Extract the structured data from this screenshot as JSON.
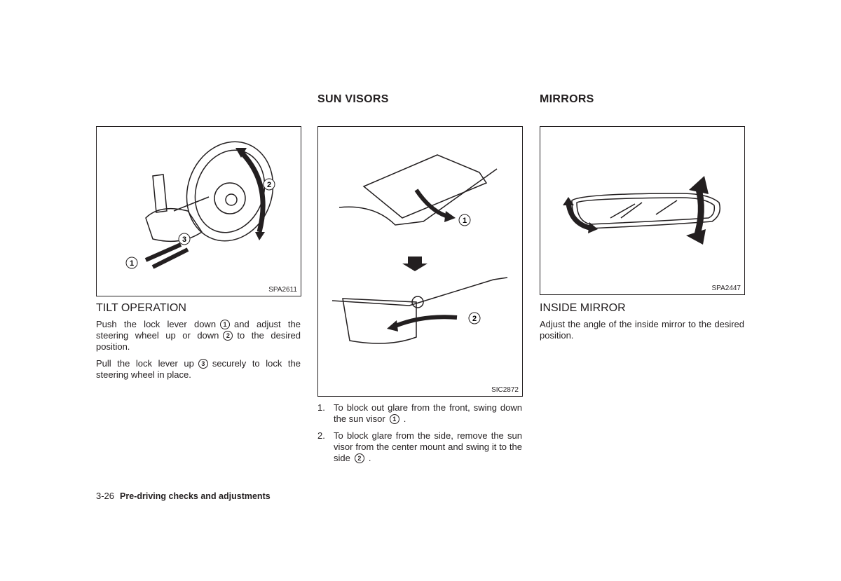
{
  "left": {
    "figure_code": "SPA2611",
    "heading": "TILT OPERATION",
    "p1": [
      "Push the lock lever down",
      "1",
      "and adjust the steering wheel up or down",
      "2",
      "to the desired position."
    ],
    "p2": [
      "Pull the lock lever up",
      "3",
      "securely to lock the steering wheel in place."
    ]
  },
  "middle": {
    "heading": "SUN VISORS",
    "figure_code": "SIC2872",
    "items": [
      {
        "num": "1.",
        "text": "To block out glare from the front, swing down the sun visor",
        "circle": "1",
        "end": "."
      },
      {
        "num": "2.",
        "text": "To block glare from the side, remove the sun visor from the center mount and swing it to the side",
        "circle": "2",
        "end": "."
      }
    ]
  },
  "right": {
    "heading": "MIRRORS",
    "figure_code": "SPA2447",
    "subheading": "INSIDE MIRROR",
    "p1": "Adjust the angle of the inside mirror to the desired position."
  },
  "footer": {
    "page": "3-26",
    "section": "Pre-driving checks and adjustments"
  }
}
